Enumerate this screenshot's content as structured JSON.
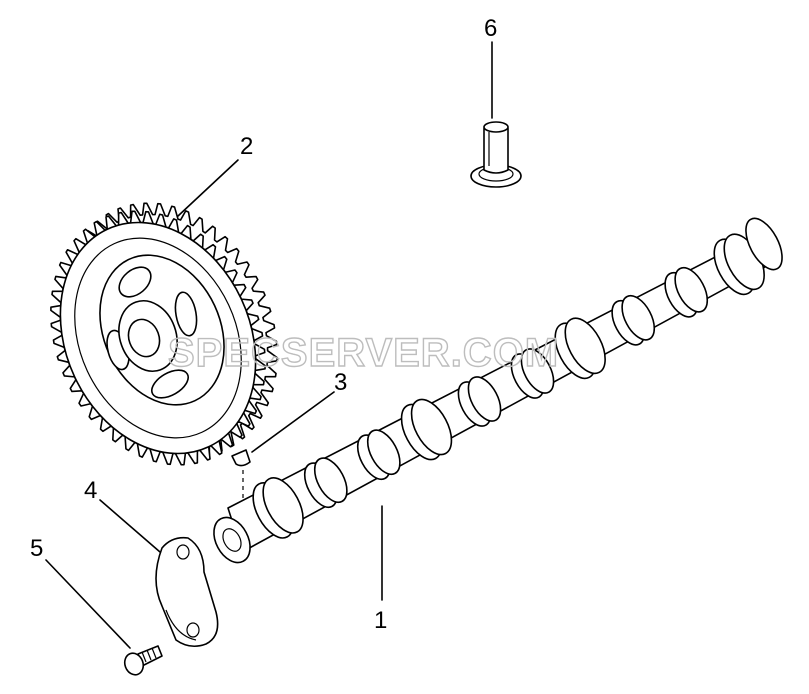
{
  "callouts": {
    "camshaft": "1",
    "gear": "2",
    "key": "3",
    "thrust_plate": "4",
    "bolt": "5",
    "tappet": "6"
  },
  "watermark": "SPECSERVER.COM"
}
